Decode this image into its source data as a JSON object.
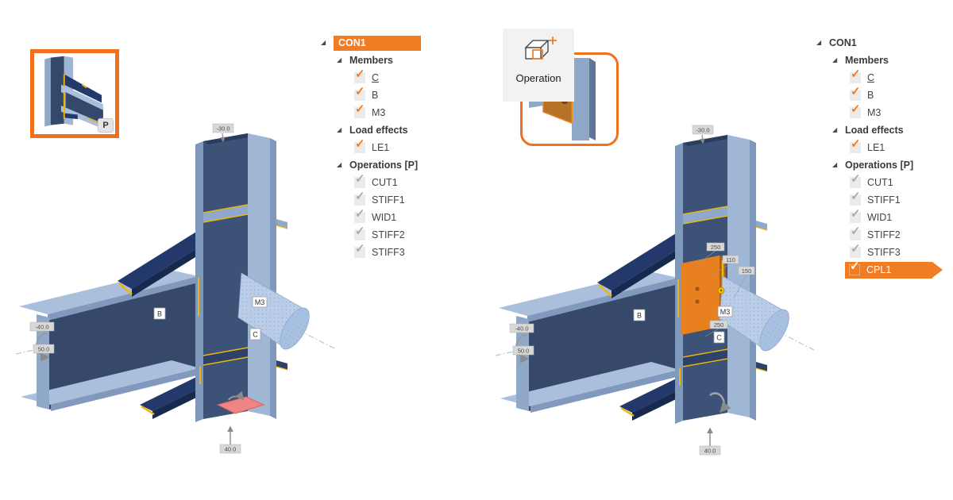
{
  "colors": {
    "accent": "#F07D23",
    "steel_light": "#9FB6D4",
    "steel_dark": "#3D5277",
    "navy": "#24396B",
    "weld": "#F0B400",
    "support_red": "#EE8585",
    "plate_orange": "#E8801F"
  },
  "icons": {
    "check": "✓",
    "expander": "◢",
    "plus": "+"
  },
  "operation_button": {
    "label": "Operation"
  },
  "thumb": {
    "badge": "P"
  },
  "tree_left": {
    "root": "CON1",
    "members_label": "Members",
    "members": [
      {
        "label": "C"
      },
      {
        "label": "B"
      },
      {
        "label": "M3"
      }
    ],
    "load_label": "Load effects",
    "loads": [
      {
        "label": "LE1"
      }
    ],
    "ops_label": "Operations [P]",
    "ops": [
      {
        "label": "CUT1"
      },
      {
        "label": "STIFF1"
      },
      {
        "label": "WID1"
      },
      {
        "label": "STIFF2"
      },
      {
        "label": "STIFF3"
      }
    ]
  },
  "tree_right": {
    "root": "CON1",
    "members_label": "Members",
    "members": [
      {
        "label": "C"
      },
      {
        "label": "B"
      },
      {
        "label": "M3"
      }
    ],
    "load_label": "Load effects",
    "loads": [
      {
        "label": "LE1"
      }
    ],
    "ops_label": "Operations [P]",
    "ops": [
      {
        "label": "CUT1"
      },
      {
        "label": "STIFF1"
      },
      {
        "label": "WID1"
      },
      {
        "label": "STIFF2"
      },
      {
        "label": "STIFF3"
      }
    ],
    "selected_op": "CPL1"
  },
  "model_left": {
    "member_b": "B",
    "member_c": "C",
    "member_m3": "M3",
    "tag_top": "-30.0",
    "tag_moment": "-40.0",
    "tag_force": "50.0",
    "tag_base": "40.0"
  },
  "model_right": {
    "member_b": "B",
    "member_c": "C",
    "member_m3": "M3",
    "tag_top": "-30.0",
    "tag_moment": "-40.0",
    "tag_force": "50.0",
    "tag_base": "40.0",
    "dim_width": "250",
    "dim_offset": "110",
    "dim_length": "150",
    "dim_height": "250"
  }
}
